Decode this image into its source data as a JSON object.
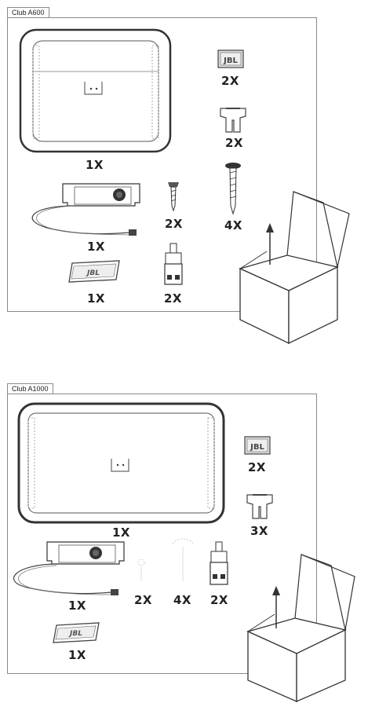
{
  "kit_a600": {
    "title": "Club A600",
    "amp_qty": "1X",
    "logo_badge_qty": "2X",
    "logo_badge_text": "JBL",
    "fuse_qty": "2X",
    "screw_short_qty": "2X",
    "screw_long_qty": "4X",
    "remote_qty": "1X",
    "emblem_qty": "1X",
    "emblem_text": "JBL",
    "connector_qty": "2X"
  },
  "kit_a1000": {
    "title": "Club A1000",
    "amp_qty": "1X",
    "logo_badge_qty": "2X",
    "logo_badge_text": "JBL",
    "fuse_qty": "3X",
    "remote_qty": "1X",
    "screw_short_qty": "2X",
    "screw_long_qty": "4X",
    "connector_qty": "2X",
    "emblem_qty": "1X",
    "emblem_text": "JBL"
  }
}
